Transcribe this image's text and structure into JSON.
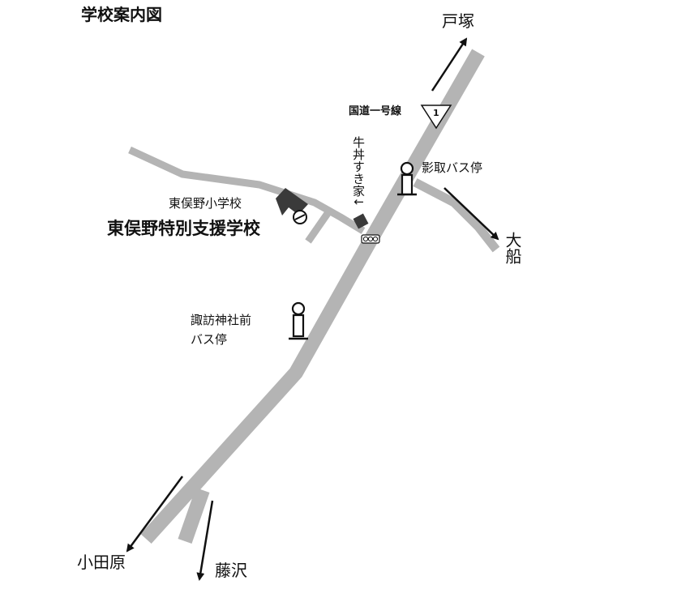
{
  "title": "学校案内図",
  "destinations": {
    "totsuka": "戸塚",
    "ofuna": "大船",
    "odawara": "小田原",
    "fujisawa": "藤沢"
  },
  "route": {
    "name": "国道一号線",
    "number": "1"
  },
  "landmarks": {
    "gyudon": "牛丼すき家↓",
    "elementary_school": "東俣野小学校",
    "special_school": "東俣野特別支援学校"
  },
  "bus_stops": {
    "kagetori": "影取バス停",
    "suwa_line1": "諏訪神社前",
    "suwa_line2": "バス停"
  },
  "colors": {
    "road": "#b4b4b4",
    "building": "#3a3a3a",
    "ink": "#111111"
  }
}
